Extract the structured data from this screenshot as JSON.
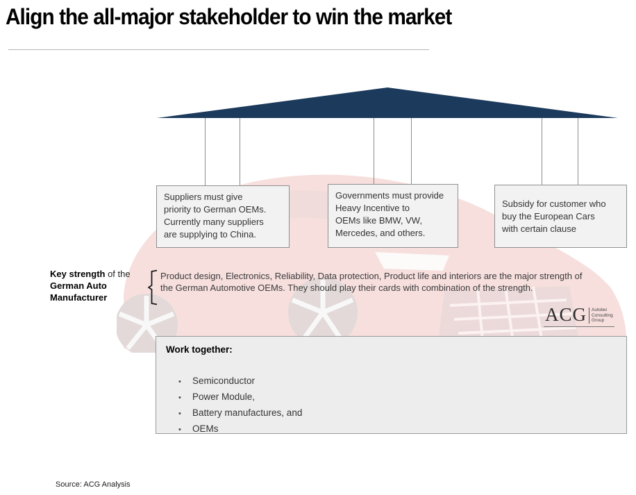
{
  "title": "Align the all-major stakeholder to win the market",
  "colors": {
    "roof_navy": "#1c3a5c",
    "connector_gray": "#8c8c8c",
    "pillar_bg": "#f2f2f2",
    "work_box_bg": "#ededed",
    "car_red": "#cf4a3d"
  },
  "pillars": [
    {
      "text": "Suppliers must give\npriority to German OEMs.\nCurrently many suppliers\nare supplying to China."
    },
    {
      "text": "Governments must provide\nHeavy Incentive to\nOEMs like BMW, VW,\nMercedes, and others."
    },
    {
      "text": "Subsidy for customer who\nbuy the European Cars\nwith certain clause"
    }
  ],
  "key_strength": {
    "bold_lead": "Key strength",
    "regular_tail": " of the",
    "bold_rest": "German Auto\nManufacturer"
  },
  "strength_paragraph": "Product design, Electronics, Reliability, Data protection, Product life and interiors are the major strength of\nthe German Automotive OEMs. They should play their cards with combination of the strength.",
  "logo": {
    "acronym": "ACG",
    "lines": [
      "Autobei",
      "Consulting",
      "Group"
    ]
  },
  "work_box": {
    "heading": "Work together:",
    "bullet_char": "•",
    "items": [
      "Semiconductor",
      "Power Module,",
      "Battery manufactures, and",
      "OEMs"
    ]
  },
  "source": "Source: ACG Analysis"
}
